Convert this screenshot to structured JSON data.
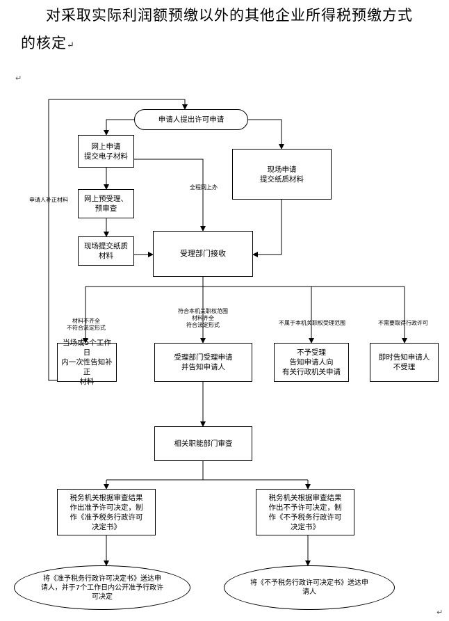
{
  "title": {
    "line1": "对采取实际利润额预缴以外的其他企业所得税预缴方式",
    "line2": "的核定"
  },
  "marks": {
    "paragraph": "↵"
  },
  "nodes": {
    "start": "申请人提出许可申请",
    "online_apply": "网上申请\n提交电子材料",
    "onsite_apply": "现场申请\n提交纸质材料",
    "online_preaccept": "网上预受理、\n预审查",
    "onsite_submit": "现场提交纸质\n材料",
    "accept_dept": "受理部门接收",
    "notify_supplement": "当场或5个工作日\n内一次性告知补正\n材料",
    "accepted": "受理部门受理申请\n并告知申请人",
    "not_accepted_redirect": "不予受理\n告知申请人向\n有关行政机关申请",
    "not_accepted_now": "即时告知申请人\n不受理",
    "review": "相关职能部门审查",
    "approve_decision": "税务机关根据审查结果\n作出准予许可决定，制\n作《准予税务行政许可\n决定书》",
    "deny_decision": "税务机关根据审查结果\n作出不予许可决定，制\n作《不予税务行政许可\n决定书》",
    "approve_deliver": "将《准予税务行政许可决定书》送达申\n请人，并于7个工作日内公开准予行政许\n可决定",
    "deny_deliver": "将《不予税务行政许可决定书》送达申\n请人"
  },
  "edge_labels": {
    "supplement_loop": "申请人补正材料",
    "full_online": "全程网上办",
    "incomplete": "材料不齐全\n不符合法定形式",
    "in_scope": "符合本机关职权范围\n材料齐全\n符合法定形式",
    "out_of_scope": "不属于本机关职权受理范围",
    "no_license_needed": "不需要取得行政许可"
  }
}
